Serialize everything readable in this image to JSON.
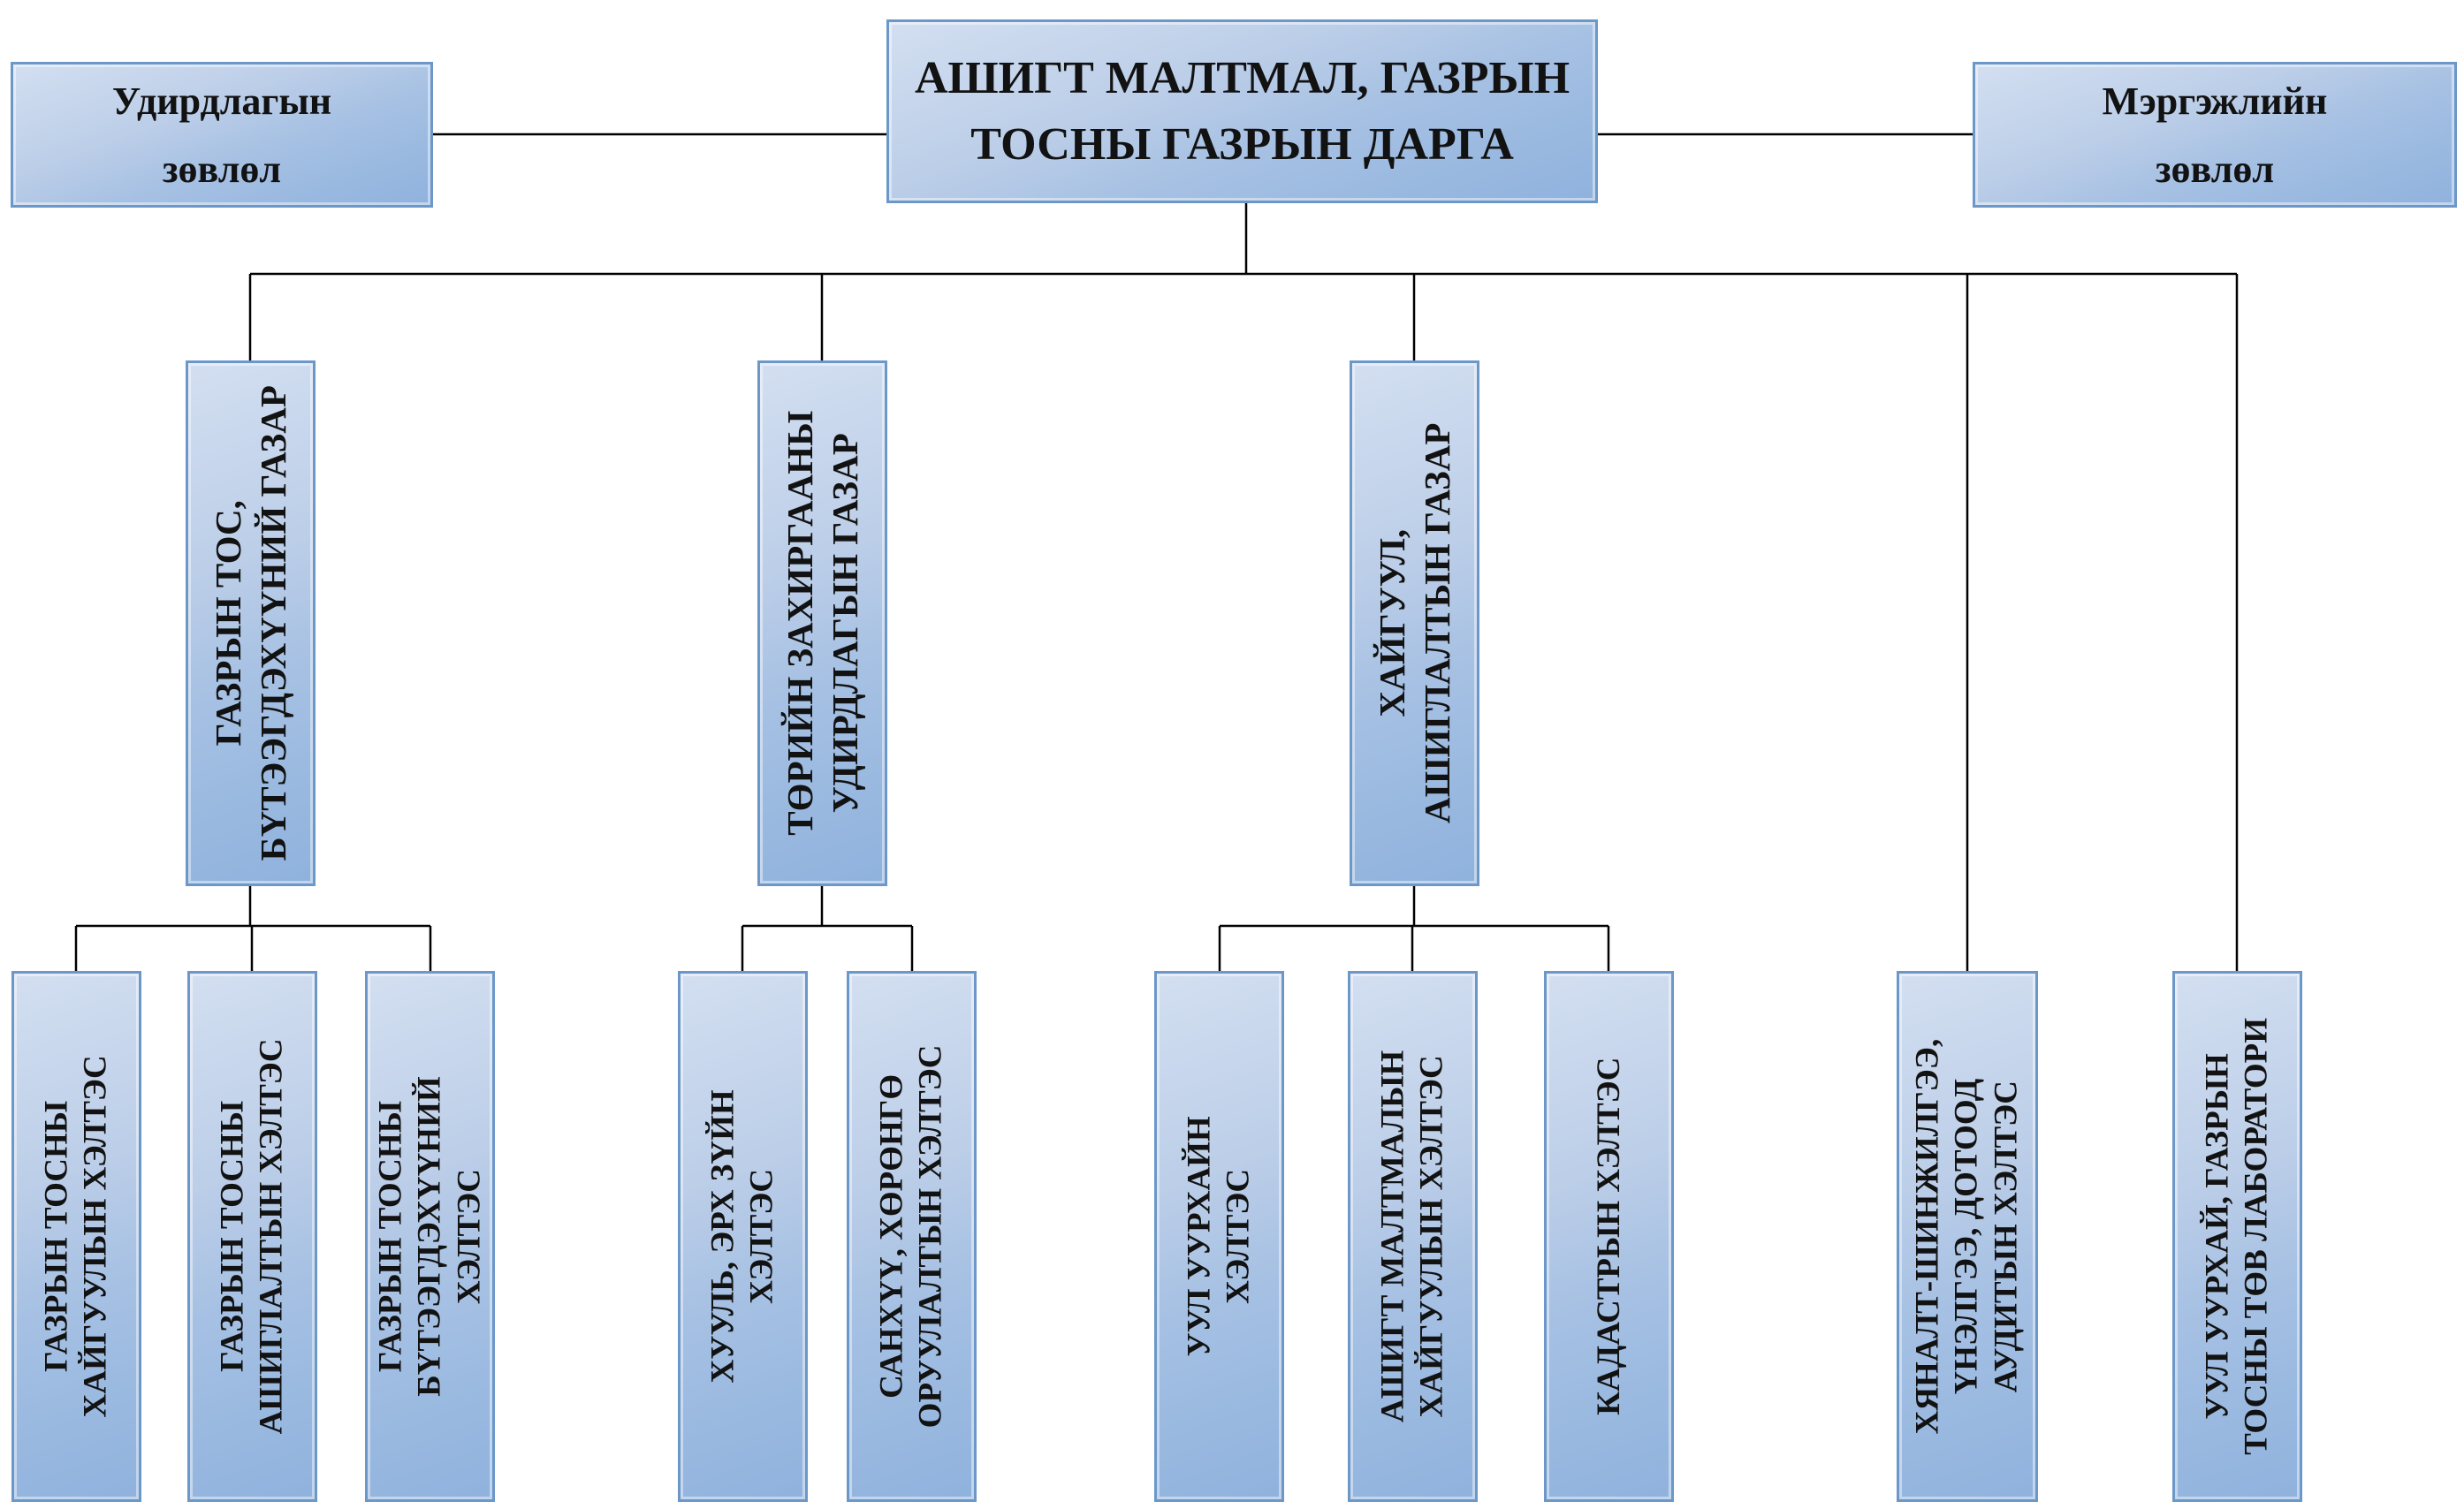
{
  "org_chart": {
    "top": {
      "director": "АШИГТ МАЛТМАЛ, ГАЗРЫН\nТОСНЫ ГАЗРЫН ДАРГА",
      "management_council": "Удирдлагын\nзөвлөл",
      "professional_council": "Мэргэжлийн\nзөвлөл"
    },
    "departments": [
      {
        "label": "ГАЗРЫН ТОС,\nБҮТЭЭГДЭХҮҮНИЙ ГАЗАР",
        "divisions": [
          "ГАЗРЫН ТОСНЫ\nХАЙГУУЛЫН ХЭЛТЭС",
          "ГАЗРЫН ТОСНЫ\nАШИГЛАЛТЫН ХЭЛТЭС",
          "ГАЗРЫН ТОСНЫ\nБҮТЭЭГДЭХҮҮНИЙ\nХЭЛТЭС"
        ]
      },
      {
        "label": "ТӨРИЙН ЗАХИРГААНЫ\nУДИРДЛАГЫН ГАЗАР",
        "divisions": [
          "ХУУЛЬ, ЭРХ ЗҮЙН\nХЭЛТЭС",
          "САНХҮҮ, ХӨРӨНГӨ\nОРУУЛАЛТЫН ХЭЛТЭС"
        ]
      },
      {
        "label": "ХАЙГУУЛ,\nАШИГЛАЛТЫН ГАЗАР",
        "divisions": [
          "УУЛ УУРХАЙН\nХЭЛТЭС",
          "АШИГТ МАЛТМАЛЫН\nХАЙГУУЛЫН ХЭЛТЭС",
          "КАДАСТРЫН ХЭЛТЭС"
        ]
      }
    ],
    "direct_units": [
      "ХЯНАЛТ-ШИНЖИЛГЭЭ,\nҮНЭЛГЭЭ, ДОТООД\nАУДИТЫН ХЭЛТЭС",
      "УУЛ УУРХАЙ, ГАЗРЫН\nТОСНЫ ТӨВ ЛАБОРАТОРИ"
    ]
  },
  "colors": {
    "box_fill_light": "#d3dff1",
    "box_fill_dark": "#8fb2dd",
    "box_border": "#6b97c9",
    "connector": "#000000",
    "text": "#121212",
    "background": "#ffffff"
  }
}
